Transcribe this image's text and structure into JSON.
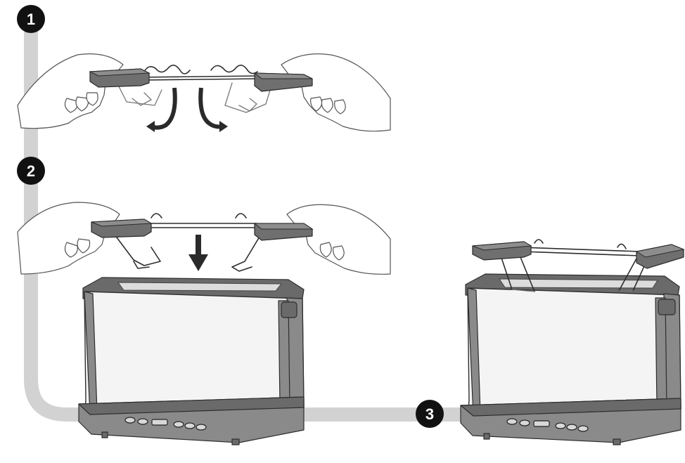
{
  "steps": [
    {
      "number": "1"
    },
    {
      "number": "2"
    },
    {
      "number": "3"
    }
  ],
  "colors": {
    "flow_path": "#d2d2d2",
    "badge": "#111111",
    "handle": "#6f6f6f",
    "toaster_body": "#f4f4f4",
    "toaster_trim": "#8a8a8a"
  },
  "icons": [
    "down-arrow-icon",
    "curved-arrow-icon"
  ]
}
